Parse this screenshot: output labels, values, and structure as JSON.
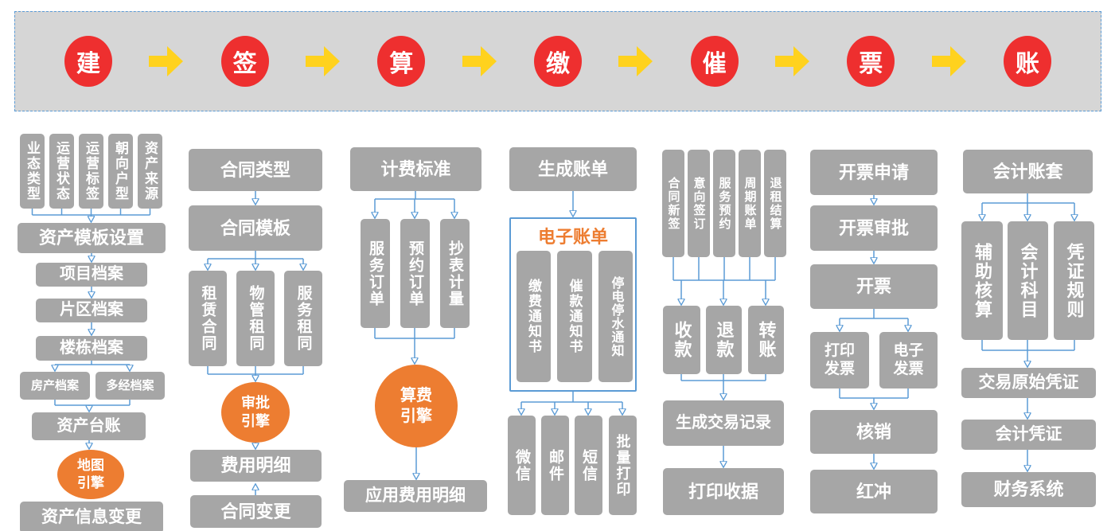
{
  "colors": {
    "red": "#ee2f2f",
    "yellow": "#ffd21e",
    "gray": "#a6a6a6",
    "orange": "#ed7d31",
    "blue": "#5b9bd5",
    "banner_bg": "#d6d6d6"
  },
  "banner": {
    "steps": [
      "建",
      "签",
      "算",
      "缴",
      "催",
      "票",
      "账"
    ]
  },
  "col_build": {
    "attributes": [
      "业态类型",
      "运营状态",
      "运营标签",
      "朝向户型",
      "资产来源"
    ],
    "asset_template": "资产模板设置",
    "project_archive": "项目档案",
    "district_archive": "片区档案",
    "building_archive": "楼栋档案",
    "house_archive": "房产档案",
    "multi_archive": "多经档案",
    "asset_ledger": "资产台账",
    "map_engine": "地图\n引擎",
    "asset_change": "资产信息变更"
  },
  "col_sign": {
    "contract_type": "合同类型",
    "contract_template": "合同模板",
    "contracts": [
      "租赁合同",
      "物管租同",
      "服务租同"
    ],
    "approval_engine": "审批\n引擎",
    "fee_detail": "费用明细",
    "contract_change": "合同变更"
  },
  "col_calc": {
    "billing_standard": "计费标准",
    "orders": [
      "服务订单",
      "预约订单",
      "抄表计量"
    ],
    "calc_engine": "算费\n引擎",
    "applied_fee_detail": "应用费用明细"
  },
  "col_pay": {
    "generate_bill": "生成账单",
    "ebill_title": "电子账单",
    "notices": [
      "缴费通知书",
      "催款通知书",
      "停电停水通知"
    ],
    "channels": [
      "微信",
      "邮件",
      "短信",
      "批量打印"
    ]
  },
  "col_urge": {
    "sources": [
      "合同新签",
      "意向签订",
      "服务预约",
      "周期账单",
      "退租结算"
    ],
    "actions": [
      "收款",
      "退款",
      "转账"
    ],
    "transaction_record": "生成交易记录",
    "print_receipt": "打印收据"
  },
  "col_invoice": {
    "apply": "开票申请",
    "approve": "开票审批",
    "issue": "开票",
    "types": [
      "打印\n发票",
      "电子\n发票"
    ],
    "write_off": "核销",
    "red_reverse": "红冲"
  },
  "col_account": {
    "account_set": "会计账套",
    "rules": [
      "辅助核算",
      "会计科目",
      "凭证规则"
    ],
    "original_voucher": "交易原始凭证",
    "accounting_voucher": "会计凭证",
    "finance_system": "财务系统"
  }
}
